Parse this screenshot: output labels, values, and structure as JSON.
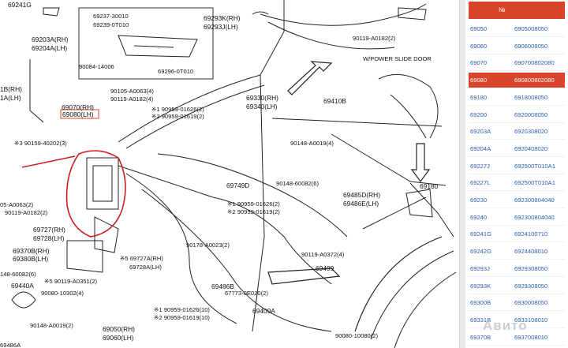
{
  "labels": [
    "69241G",
    "69237-30010",
    "69239-0T010",
    "69293K(RH)",
    "69293J(LH)",
    "69203A(RH)",
    "69204A(LH)",
    "90084-14006",
    "69296-0T010",
    "69070(RH)",
    "69080(LH)",
    "90105-A0063(4)",
    "90119-A0182(4)",
    "※1 90959-01626(2)",
    "※2 90959-01619(2)",
    "69330(RH)",
    "69340(LH)",
    "69410B",
    "90148-A0019(4)",
    "90148-60082(6)",
    "※3 90159-40202(3)",
    "90119-A0182(2)",
    "W/POWER SLIDE DOOR",
    "69180",
    "69485D(RH)",
    "69486E(LH)",
    "69749D",
    "※1 90959-01626(2)",
    "※2 90959-01619(2)",
    "05-A0063(2)",
    "90119-A0182(2)",
    "69727(RH)",
    "69728(LH)",
    "69370B(RH)",
    "69380B(LH)",
    "148-60082(6)",
    "※5 90119-A0351(2)",
    "※5 69727A(RH)",
    "69728A(LH)",
    "90178-A0023(2)",
    "69440A",
    "90080-10302(4)",
    "90148-A0019(2)",
    "69486A",
    "69486B",
    "67773-0E020(2)",
    "69499",
    "90119-A0372(4)",
    "69409A",
    "※1 90959-01626(10)",
    "※2 90959-01619(10)",
    "69050(RH)",
    "69060(LH)",
    "90080-10080(2)",
    "1B(RH)",
    "1A(LH)"
  ],
  "panel": {
    "header": "№",
    "rows": [
      {
        "code": "69050",
        "part": "6905008050"
      },
      {
        "code": "69060",
        "part": "6906008050"
      },
      {
        "code": "69070",
        "part": "690700802080"
      },
      {
        "code": "69080",
        "part": "690800802080"
      },
      {
        "code": "69180",
        "part": "6918008050"
      },
      {
        "code": "69200",
        "part": "6920008050"
      },
      {
        "code": "69203A",
        "part": "6920308020"
      },
      {
        "code": "69204A",
        "part": "6920408020"
      },
      {
        "code": "69227J",
        "part": "692500T010A1"
      },
      {
        "code": "69227L",
        "part": "692500T010A1"
      },
      {
        "code": "69230",
        "part": "692300804040"
      },
      {
        "code": "69240",
        "part": "692300804040"
      },
      {
        "code": "69241G",
        "part": "6924100710"
      },
      {
        "code": "69242G",
        "part": "6924408010"
      },
      {
        "code": "69293J",
        "part": "6929308050"
      },
      {
        "code": "69293K",
        "part": "6929308050"
      },
      {
        "code": "69300B",
        "part": "6930008050"
      },
      {
        "code": "69331B",
        "part": "6933108010"
      },
      {
        "code": "69370B",
        "part": "6937008010"
      }
    ],
    "active_code": "69080"
  },
  "watermark": "Авито",
  "colors": {
    "accent": "#d9442b",
    "link": "#2a5db0",
    "callout": "#cc1f1f"
  }
}
